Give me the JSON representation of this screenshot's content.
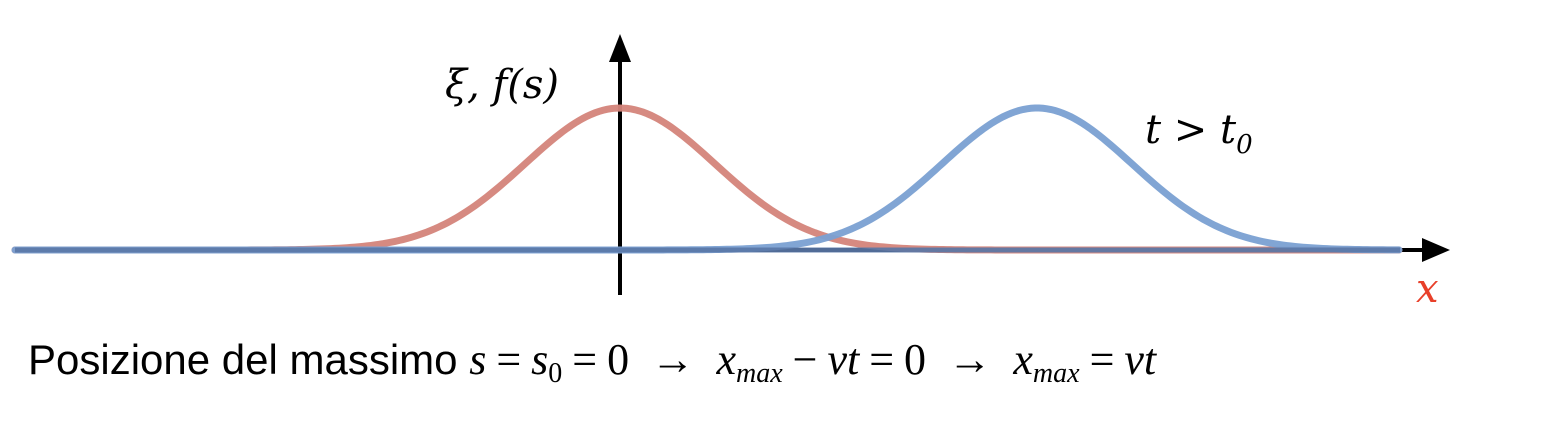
{
  "diagram": {
    "y_axis_label": "ξ, f(s)",
    "x_axis_label": "x",
    "curve_label": "t > t",
    "curve_label_sub": "0",
    "colors": {
      "initial_pulse": "#d4847a",
      "moved_pulse": "#7aa0d2",
      "axis": "#000000",
      "x_label": "#e8402a"
    }
  },
  "caption": {
    "text": "Posizione del massimo",
    "eq1_s": "s",
    "eq1_eq": "=",
    "eq1_s0": "s",
    "eq1_s0_sub": "0",
    "eq1_eq2": "=",
    "eq1_zero": "0",
    "arrow1": "→",
    "eq2_x": "x",
    "eq2_x_sub": "max",
    "eq2_minus": "−",
    "eq2_vt": "vt",
    "eq2_eq": "=",
    "eq2_zero": "0",
    "arrow2": "→",
    "eq3_x": "x",
    "eq3_x_sub": "max",
    "eq3_eq": "=",
    "eq3_vt": "vt"
  }
}
